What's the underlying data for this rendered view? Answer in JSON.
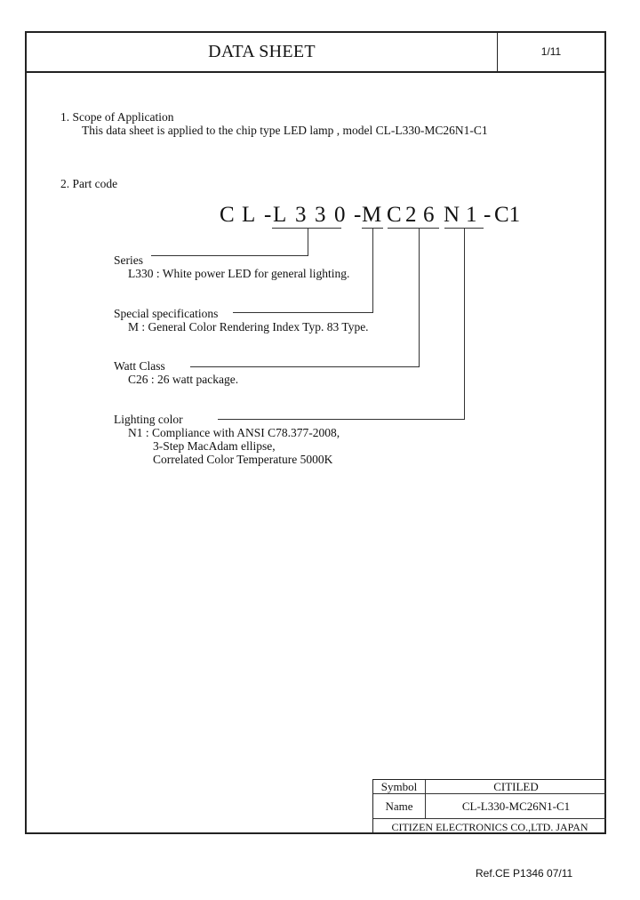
{
  "header": {
    "title": "DATA SHEET",
    "page": "1/11"
  },
  "scope": {
    "heading": "1. Scope of Application",
    "body": "This data sheet is applied to the chip type LED lamp , model CL-L330-MC26N1-C1"
  },
  "part_code": {
    "heading": "2. Part code",
    "segments": [
      "C",
      "L",
      "-",
      "L",
      "3",
      "3",
      "0",
      "-",
      "M",
      "C",
      "2",
      "6",
      "N",
      "1",
      "-",
      "C1"
    ]
  },
  "series": {
    "label": "Series",
    "desc": "L330 : White power LED for general lighting."
  },
  "special": {
    "label": "Special specifications",
    "desc": "M : General Color Rendering Index Typ. 83 Type."
  },
  "watt": {
    "label": "Watt Class",
    "desc": "C26 : 26 watt package."
  },
  "lighting": {
    "label": "Lighting color",
    "line1": "N1 :  Compliance with ANSI C78.377-2008,",
    "line2": "3-Step MacAdam ellipse,",
    "line3": "Correlated Color Temperature 5000K"
  },
  "symbol_table": {
    "symbol_label": "Symbol",
    "symbol_value": "CITILED",
    "name_label": "Name",
    "name_value": "CL-L330-MC26N1-C1",
    "company": "CITIZEN ELECTRONICS CO.,LTD. JAPAN"
  },
  "footer": {
    "ref": "Ref.CE  P1346 07/11"
  }
}
